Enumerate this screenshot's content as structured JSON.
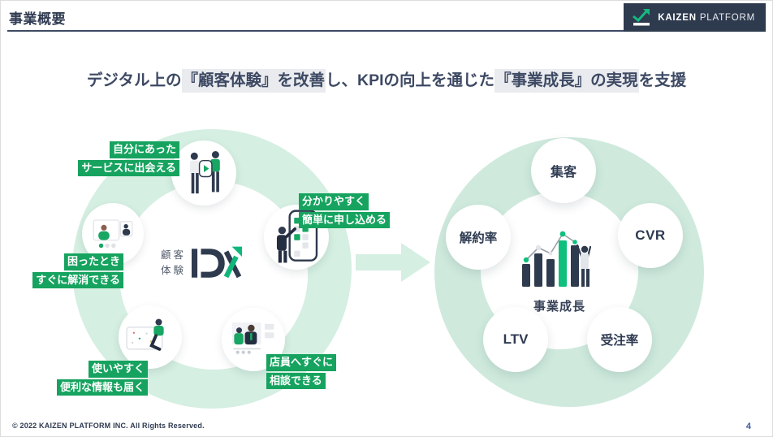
{
  "header": {
    "title": "事業概要",
    "logo": {
      "brand_bold": "KAIZEN",
      "brand_light": "PLATFORM"
    }
  },
  "headline": {
    "segments": [
      {
        "text": "デジタル上の",
        "highlight": false
      },
      {
        "text": "『顧客体験』を改善",
        "highlight": true
      },
      {
        "text": "し、KPIの向上を通じた",
        "highlight": false
      },
      {
        "text": "『事業成長』の実現",
        "highlight": true
      },
      {
        "text": "を支援",
        "highlight": false
      }
    ]
  },
  "left_diagram": {
    "center_logo": {
      "kanji_top": "顧客",
      "kanji_bottom": "体験",
      "mark": "DX"
    },
    "benefit_labels": [
      {
        "lines": [
          "自分にあった",
          "サービスに出会える"
        ]
      },
      {
        "lines": [
          "分かりやすく",
          "簡単に申し込める"
        ]
      },
      {
        "lines": [
          "困ったとき",
          "すぐに解消できる"
        ]
      },
      {
        "lines": [
          "使いやすく",
          "便利な情報も届く"
        ]
      },
      {
        "lines": [
          "店員へすぐに",
          "相談できる"
        ]
      }
    ],
    "illustrations": [
      "two-people-holding-play-sign",
      "smartphone-easy-signup",
      "video-call-support",
      "tablet-useful-info",
      "store-clerk-consultation"
    ]
  },
  "right_diagram": {
    "center_label": "事業成長",
    "satellites": [
      "集客",
      "CVR",
      "解約率",
      "LTV",
      "受注率"
    ]
  },
  "footer": {
    "copyright": "© 2022 KAIZEN PLATFORM INC. All Rights Reserved.",
    "page_number": "4"
  },
  "colors": {
    "brand_navy": "#2e3a4e",
    "brand_green": "#16a35f",
    "accent_green": "#0fbf7d",
    "pale_green": "#d5efe2",
    "highlight_gray": "#e9ebee"
  }
}
